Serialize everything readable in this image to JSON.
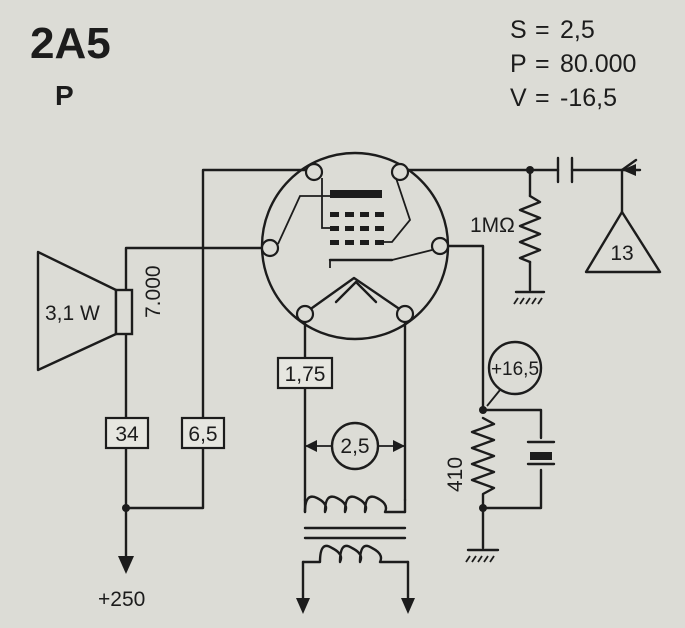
{
  "tube": {
    "type": "2A5",
    "class": "P"
  },
  "specs": {
    "s": {
      "symbol": "S",
      "sep": "=",
      "value": "2,5"
    },
    "p": {
      "symbol": "P",
      "sep": "=",
      "value": "80.000"
    },
    "v": {
      "symbol": "V",
      "sep": "=",
      "value": "-16,5"
    }
  },
  "labels": {
    "speaker_power": "3,1 W",
    "transformer_imp": "7.000",
    "resistor_top": "1MΩ",
    "input_stage": "13",
    "bias": "+16,5",
    "cathode_resistor": "410",
    "heater_voltage": "2,5",
    "box_175": "1,75",
    "box_34": "34",
    "box_65": "6,5",
    "supply": "+250"
  },
  "colors": {
    "ink": "#1c1c1c",
    "paper": "#dcdcd6"
  }
}
